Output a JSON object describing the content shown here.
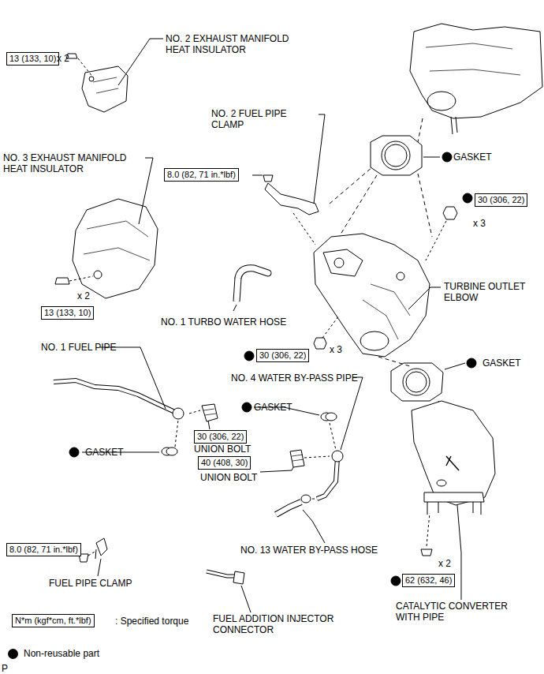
{
  "diagram": {
    "nodes": [
      {
        "text": [
          "13 (133, 10)"
        ]
      },
      {
        "text": [
          "8.0 (82, 71 in.*lbf)"
        ]
      },
      {
        "text": [
          "30 (306, 22)"
        ]
      },
      {
        "text": [
          "13 (133, 10)"
        ]
      },
      {
        "text": [
          "30 (306, 22)"
        ]
      },
      {
        "text": [
          "30 (306, 22)"
        ]
      },
      {
        "text": [
          "40 (408, 30)"
        ]
      },
      {
        "text": [
          "8.0 (82, 71 in.*lbf)"
        ]
      },
      {
        "text": [
          "62 (632, 46)"
        ]
      },
      {
        "text": [
          "N*m (kgf*cm, ft.*lbf)"
        ]
      }
    ],
    "labels": [
      "x 2",
      "NO. 2 EXHAUST MANIFOLD HEAT INSULATOR",
      "NO. 2 FUEL PIPE CLAMP",
      "GASKET",
      "x 3",
      "NO. 3 EXHAUST MANIFOLD HEAT INSULATOR",
      "x 2",
      "NO. 1 TURBO WATER HOSE",
      "TURBINE OUTLET ELBOW",
      "x 3",
      "NO. 1 FUEL PIPE",
      "GASKET",
      "NO. 4 WATER BY-PASS PIPE",
      "GASKET",
      "UNION BOLT",
      "GASKET",
      "UNION BOLT",
      "NO. 13 WATER BY-PASS HOSE",
      "x 2",
      "FUEL PIPE CLAMP",
      "FUEL ADDITION INJECTOR CONNECTOR",
      "CATALYTIC CONVERTER WITH PIPE",
      ": Specified torque",
      "P"
    ],
    "legend": [
      {
        "text": "Non-reusable part"
      }
    ]
  }
}
